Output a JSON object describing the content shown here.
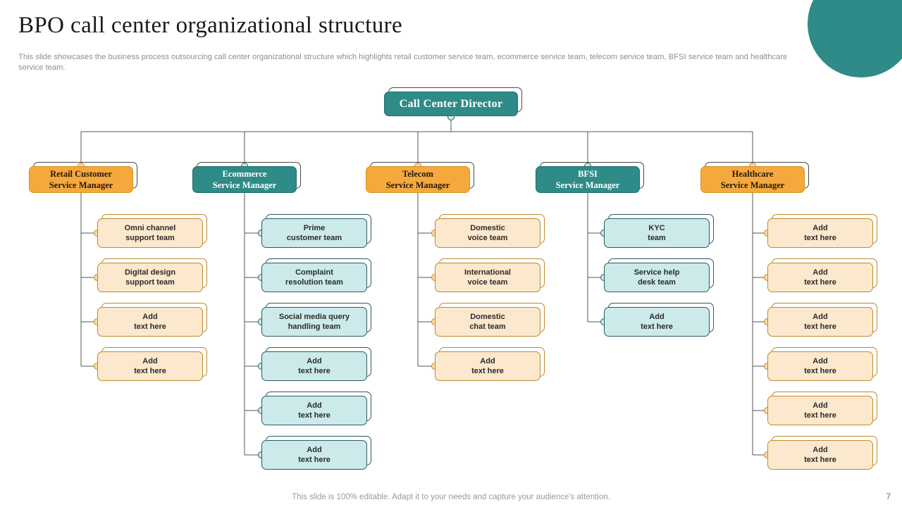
{
  "header": {
    "title": "BPO call center organizational structure",
    "subtitle": "This slide showcases the business process outsourcing call center organizational structure which highlights retail customer service team, ecommerce service team, telecom service team, BFSI service team and healthcare service team."
  },
  "footer": {
    "note": "This slide is 100% editable. Adapt it to your needs and capture your audience's attention.",
    "page_number": "7"
  },
  "colors": {
    "teal": "#2E8B87",
    "orange": "#F5A83C",
    "leaf_cream_fill": "#FCE8CC",
    "leaf_cream_border": "#C08A30",
    "leaf_blue_fill": "#CCEAEA",
    "leaf_blue_border": "#2B5A63",
    "title_text": "#1A1A1A",
    "muted_text": "#8E8E8E"
  },
  "chart_data": {
    "type": "diagram",
    "diagram_kind": "organizational-chart",
    "root": {
      "label": "Call Center Director",
      "style": "teal"
    },
    "branches": [
      {
        "id": "retail",
        "label": "Retail Customer\nService Manager",
        "style": "orange",
        "leaf_style": "cream",
        "children": [
          "Omni channel\nsupport team",
          "Digital design\nsupport team",
          "Add\ntext here",
          "Add\ntext here"
        ]
      },
      {
        "id": "ecommerce",
        "label": "Ecommerce\nService Manager",
        "style": "teal",
        "leaf_style": "blue",
        "children": [
          "Prime\ncustomer team",
          "Complaint\nresolution team",
          "Social media query\nhandling team",
          "Add\ntext here",
          "Add\ntext here",
          "Add\ntext here"
        ]
      },
      {
        "id": "telecom",
        "label": "Telecom\nService Manager",
        "style": "orange",
        "leaf_style": "cream",
        "children": [
          "Domestic\nvoice team",
          "International\nvoice team",
          "Domestic\nchat team",
          "Add\ntext here"
        ]
      },
      {
        "id": "bfsi",
        "label": "BFSI\nService Manager",
        "style": "teal",
        "leaf_style": "blue",
        "children": [
          "KYC\nteam",
          "Service help\ndesk team",
          "Add\ntext here"
        ]
      },
      {
        "id": "healthcare",
        "label": "Healthcare\nService Manager",
        "style": "orange",
        "leaf_style": "cream",
        "children": [
          "Add\ntext here",
          "Add\ntext here",
          "Add\ntext here",
          "Add\ntext here",
          "Add\ntext here",
          "Add\ntext here"
        ]
      }
    ]
  }
}
